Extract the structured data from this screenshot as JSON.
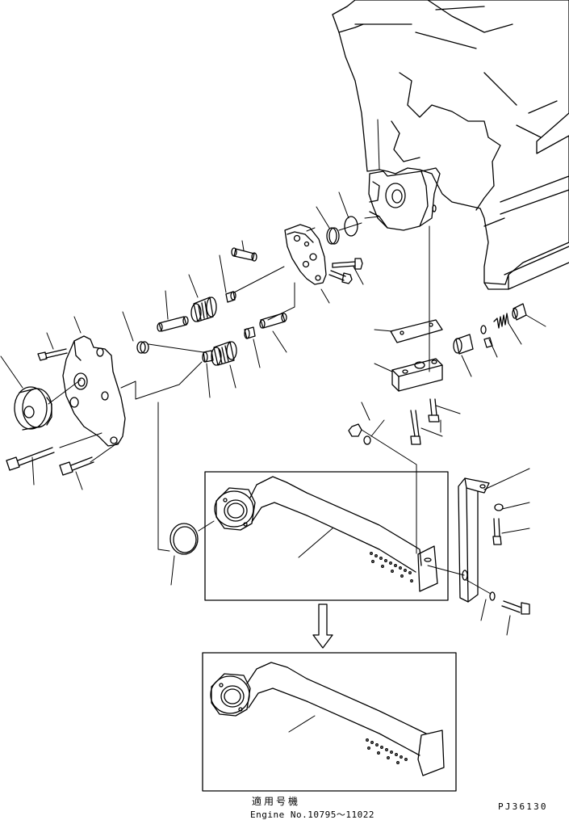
{
  "captions": {
    "applicable_machines": "適用号機",
    "engine_range": "Engine No.10795〜11022",
    "drawing_code": "PJ36130"
  }
}
